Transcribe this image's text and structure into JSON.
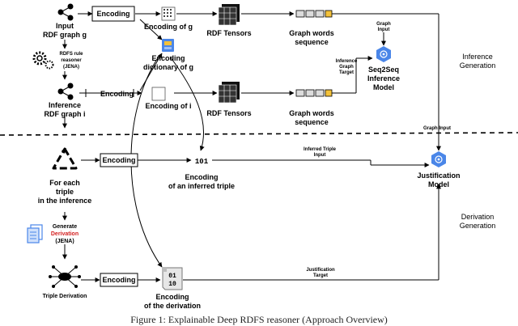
{
  "left": {
    "input_graph": [
      "Input",
      "RDF graph g"
    ],
    "reasoner": [
      "RDFS rule",
      "reasoner",
      "(JENA)"
    ],
    "inference_graph": [
      "Inference",
      "RDF graph i"
    ],
    "each_triple": [
      "For each",
      "triple",
      "in the inference"
    ],
    "generate_label": "Generate",
    "derivation_label": "Derivation",
    "jena_label": "(JENA)",
    "triple_derivation": "Triple Derivation"
  },
  "encoding_label": "Encoding",
  "encoding_of_g": "Encoding of g",
  "encoding_dictionary": [
    "Encoding",
    "dictionary of g"
  ],
  "encoding_of_i": "Encoding of i",
  "rdf_tensors": "RDF Tensors",
  "graph_words": [
    "Graph words",
    "sequence"
  ],
  "bits_small": "101",
  "encoding_inferred": [
    "Encoding",
    "of an inferred triple"
  ],
  "bits_big": [
    "01",
    "10"
  ],
  "encoding_derivation": [
    "Encoding",
    "of the derivation"
  ],
  "edge_labels": {
    "graph_input_top": [
      "Graph",
      "Input"
    ],
    "inference_graph_target": [
      "Inference",
      "Graph",
      "Target"
    ],
    "graph_input_right": "Graph Input",
    "inferred_triple_input": [
      "Inferred Triple",
      "Input"
    ],
    "justification_target": [
      "Justification",
      "Target"
    ]
  },
  "models": {
    "seq2seq": [
      "Seq2Seq",
      "Inference",
      "Model"
    ],
    "justification": [
      "Justification",
      "Model"
    ]
  },
  "sections": {
    "inference": [
      "Inference",
      "Generation"
    ],
    "derivation": [
      "Derivation",
      "Generation"
    ]
  },
  "caption": "Figure 1: Explainable Deep RDFS reasoner (Approach Overview)",
  "colors": {
    "model_icon": "#4a86e8",
    "derivation_text": "#d42020",
    "tensor": "#111111",
    "seq_box": "#dcdcdc",
    "seq_box_highlight": "#f3c13a"
  }
}
